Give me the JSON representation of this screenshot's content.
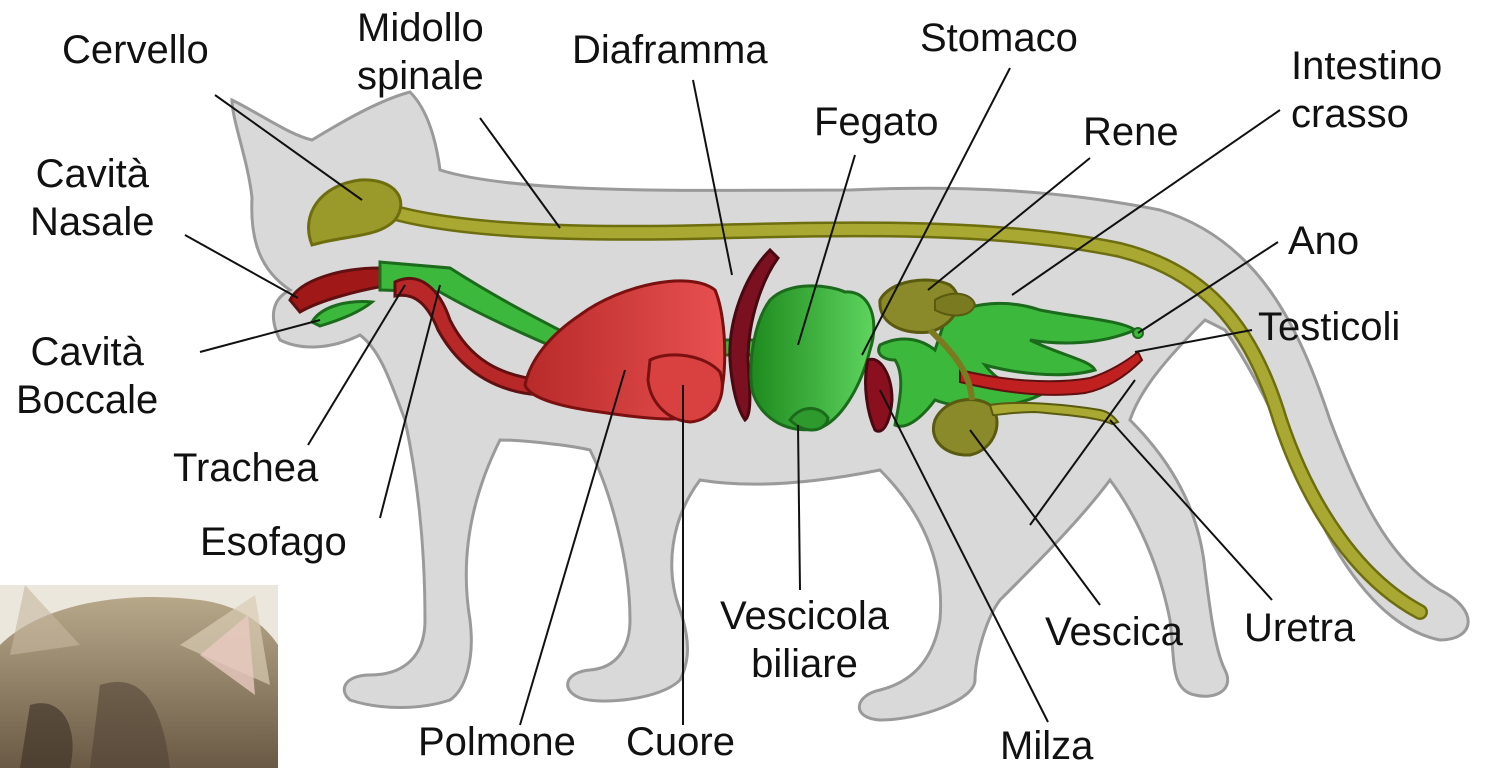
{
  "labels": {
    "cervello": "Cervello",
    "midollo_1": "Midollo",
    "midollo_2": "spinale",
    "diaframma": "Diaframma",
    "stomaco": "Stomaco",
    "intestino_1": "Intestino",
    "intestino_2": "crasso",
    "fegato": "Fegato",
    "rene": "Rene",
    "cavita_nasale_1": "Cavità",
    "cavita_nasale_2": "Nasale",
    "ano": "Ano",
    "testicoli": "Testicoli",
    "cavita_boccale_1": "Cavità",
    "cavita_boccale_2": "Boccale",
    "trachea": "Trachea",
    "esofago": "Esofago",
    "vescicola_1": "Vescicola",
    "vescicola_2": "biliare",
    "vescica": "Vescica",
    "uretra": "Uretra",
    "polmone": "Polmone",
    "cuore": "Cuore",
    "milza": "Milza"
  },
  "colors": {
    "body": "#d9d9d9",
    "body_outline": "#8c8c8c",
    "nervous": "#9a9a2a",
    "respiratory": "#3cb83c",
    "digestive": "#a01818",
    "lung": "#d94040",
    "diaphragm": "#7a1020",
    "bladder": "#8a8a30",
    "kidney": "#7a7a20"
  }
}
